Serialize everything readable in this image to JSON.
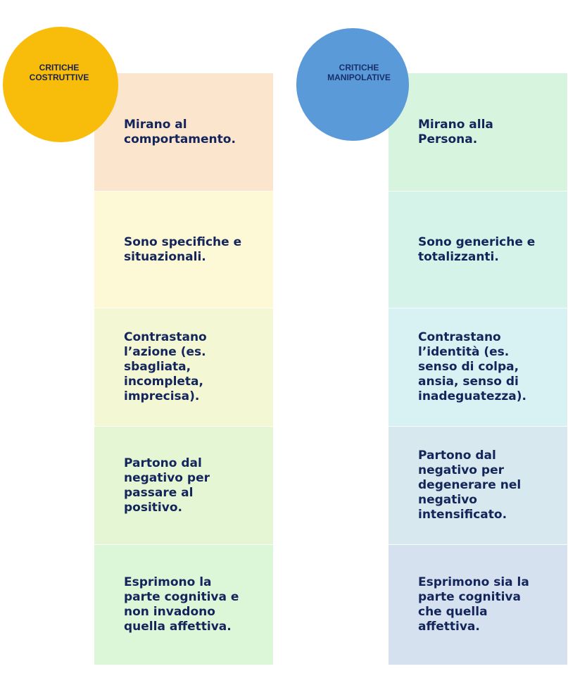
{
  "left": {
    "title": "CRITICHE\nCOSTRUTTIVE",
    "circle_color": "#f8bd0a",
    "items": [
      {
        "text": "Mirano al\ncomportamento.",
        "color": "#fbe5cd"
      },
      {
        "text": "Sono specifiche e\nsituazionali.",
        "color": "#fdf8d6"
      },
      {
        "text": "Contrastano\nl’azione (es.\nsbagliata,\nincompleta,\nimprecisa).",
        "color": "#f3f7d4"
      },
      {
        "text": "Partono dal\nnegativo per\npassare al\npositivo.",
        "color": "#e5f6d5"
      },
      {
        "text": "Esprimono la\nparte cognitiva e\nnon invadono\nquella affettiva.",
        "color": "#dcf6d8"
      }
    ]
  },
  "right": {
    "title": "CRITICHE\nMANIPOLATIVE",
    "circle_color": "#5b9ad8",
    "items": [
      {
        "text": "Mirano alla\nPersona.",
        "color": "#d7f4de"
      },
      {
        "text": "Sono generiche e\ntotalizzanti.",
        "color": "#d6f3e9"
      },
      {
        "text": "Contrastano\nl’identità (es.\nsenso di colpa,\nansia, senso di\ninadeguatezza).",
        "color": "#d8f1f2"
      },
      {
        "text": "Partono dal\nnegativo per\ndegenerare nel\nnegativo\nintensificato.",
        "color": "#d7e8ee"
      },
      {
        "text": "Esprimono sia la\nparte cognitiva\nche quella\naffettiva.",
        "color": "#d6e1f0"
      }
    ]
  }
}
